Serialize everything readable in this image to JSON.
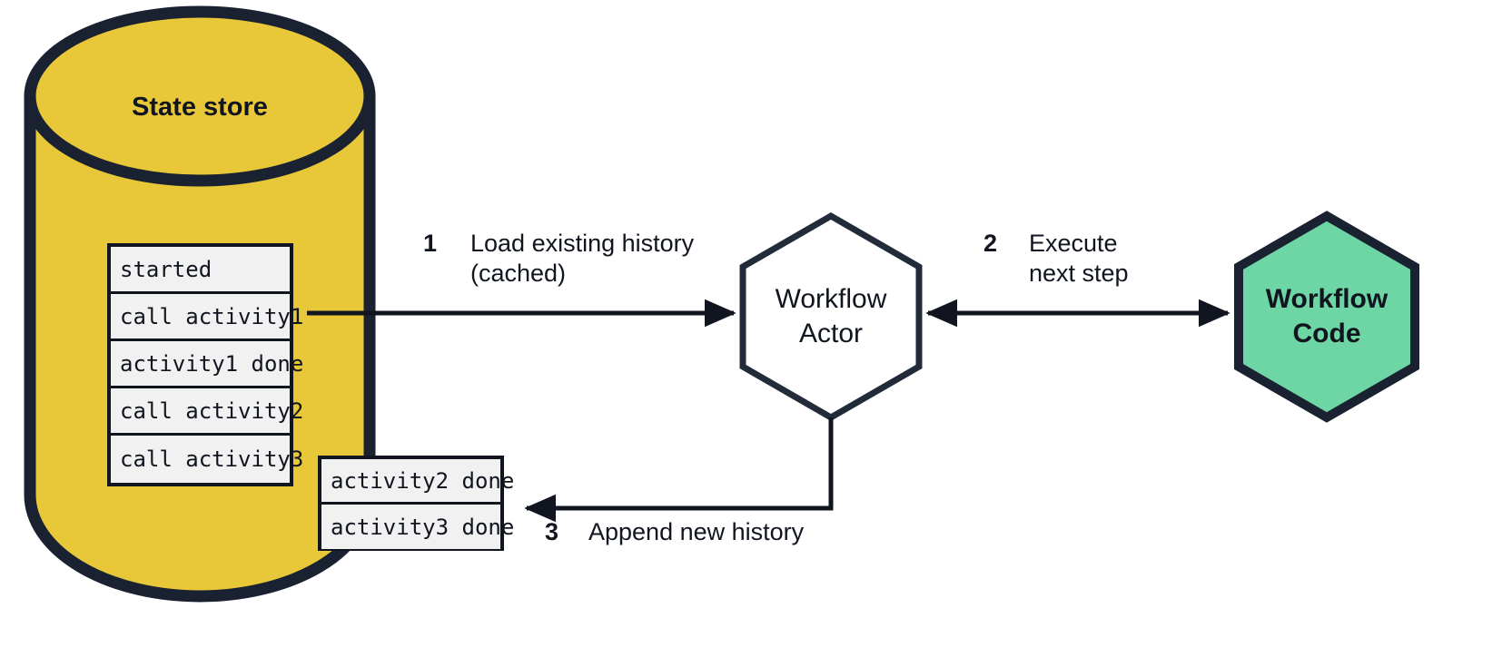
{
  "diagram": {
    "title": "Workflow actor state persistence flow",
    "background": "#ffffff",
    "colors": {
      "store_fill": "#e8c839",
      "store_stroke": "#1a2232",
      "actor_fill": "#ffffff",
      "actor_stroke": "#222b3a",
      "code_fill": "#6ed5a4",
      "code_stroke": "#1a2232",
      "table_fill": "#f1f1f1",
      "table_stroke": "#10151f",
      "text": "#10151f",
      "arrow": "#10151f"
    }
  },
  "store": {
    "label": "State store",
    "history": {
      "name": "cached-history-table",
      "rows": [
        "started",
        "call activity1",
        "activity1 done",
        "call activity2",
        "call activity3"
      ]
    },
    "appended": {
      "name": "appended-history-table",
      "rows": [
        "activity2 done",
        "activity3 done"
      ]
    }
  },
  "nodes": {
    "actor": {
      "label_line1": "Workflow",
      "label_line2": "Actor",
      "shape": "hexagon"
    },
    "code": {
      "label_line1": "Workflow",
      "label_line2": "Code",
      "shape": "hexagon"
    }
  },
  "steps": [
    {
      "number": "1",
      "line1": "Load existing history",
      "line2": "(cached)",
      "direction": "store-to-actor"
    },
    {
      "number": "2",
      "line1": "Execute",
      "line2": "next step",
      "direction": "bidirectional"
    },
    {
      "number": "3",
      "line1": "Append new history",
      "line2": "",
      "direction": "actor-to-store"
    }
  ]
}
